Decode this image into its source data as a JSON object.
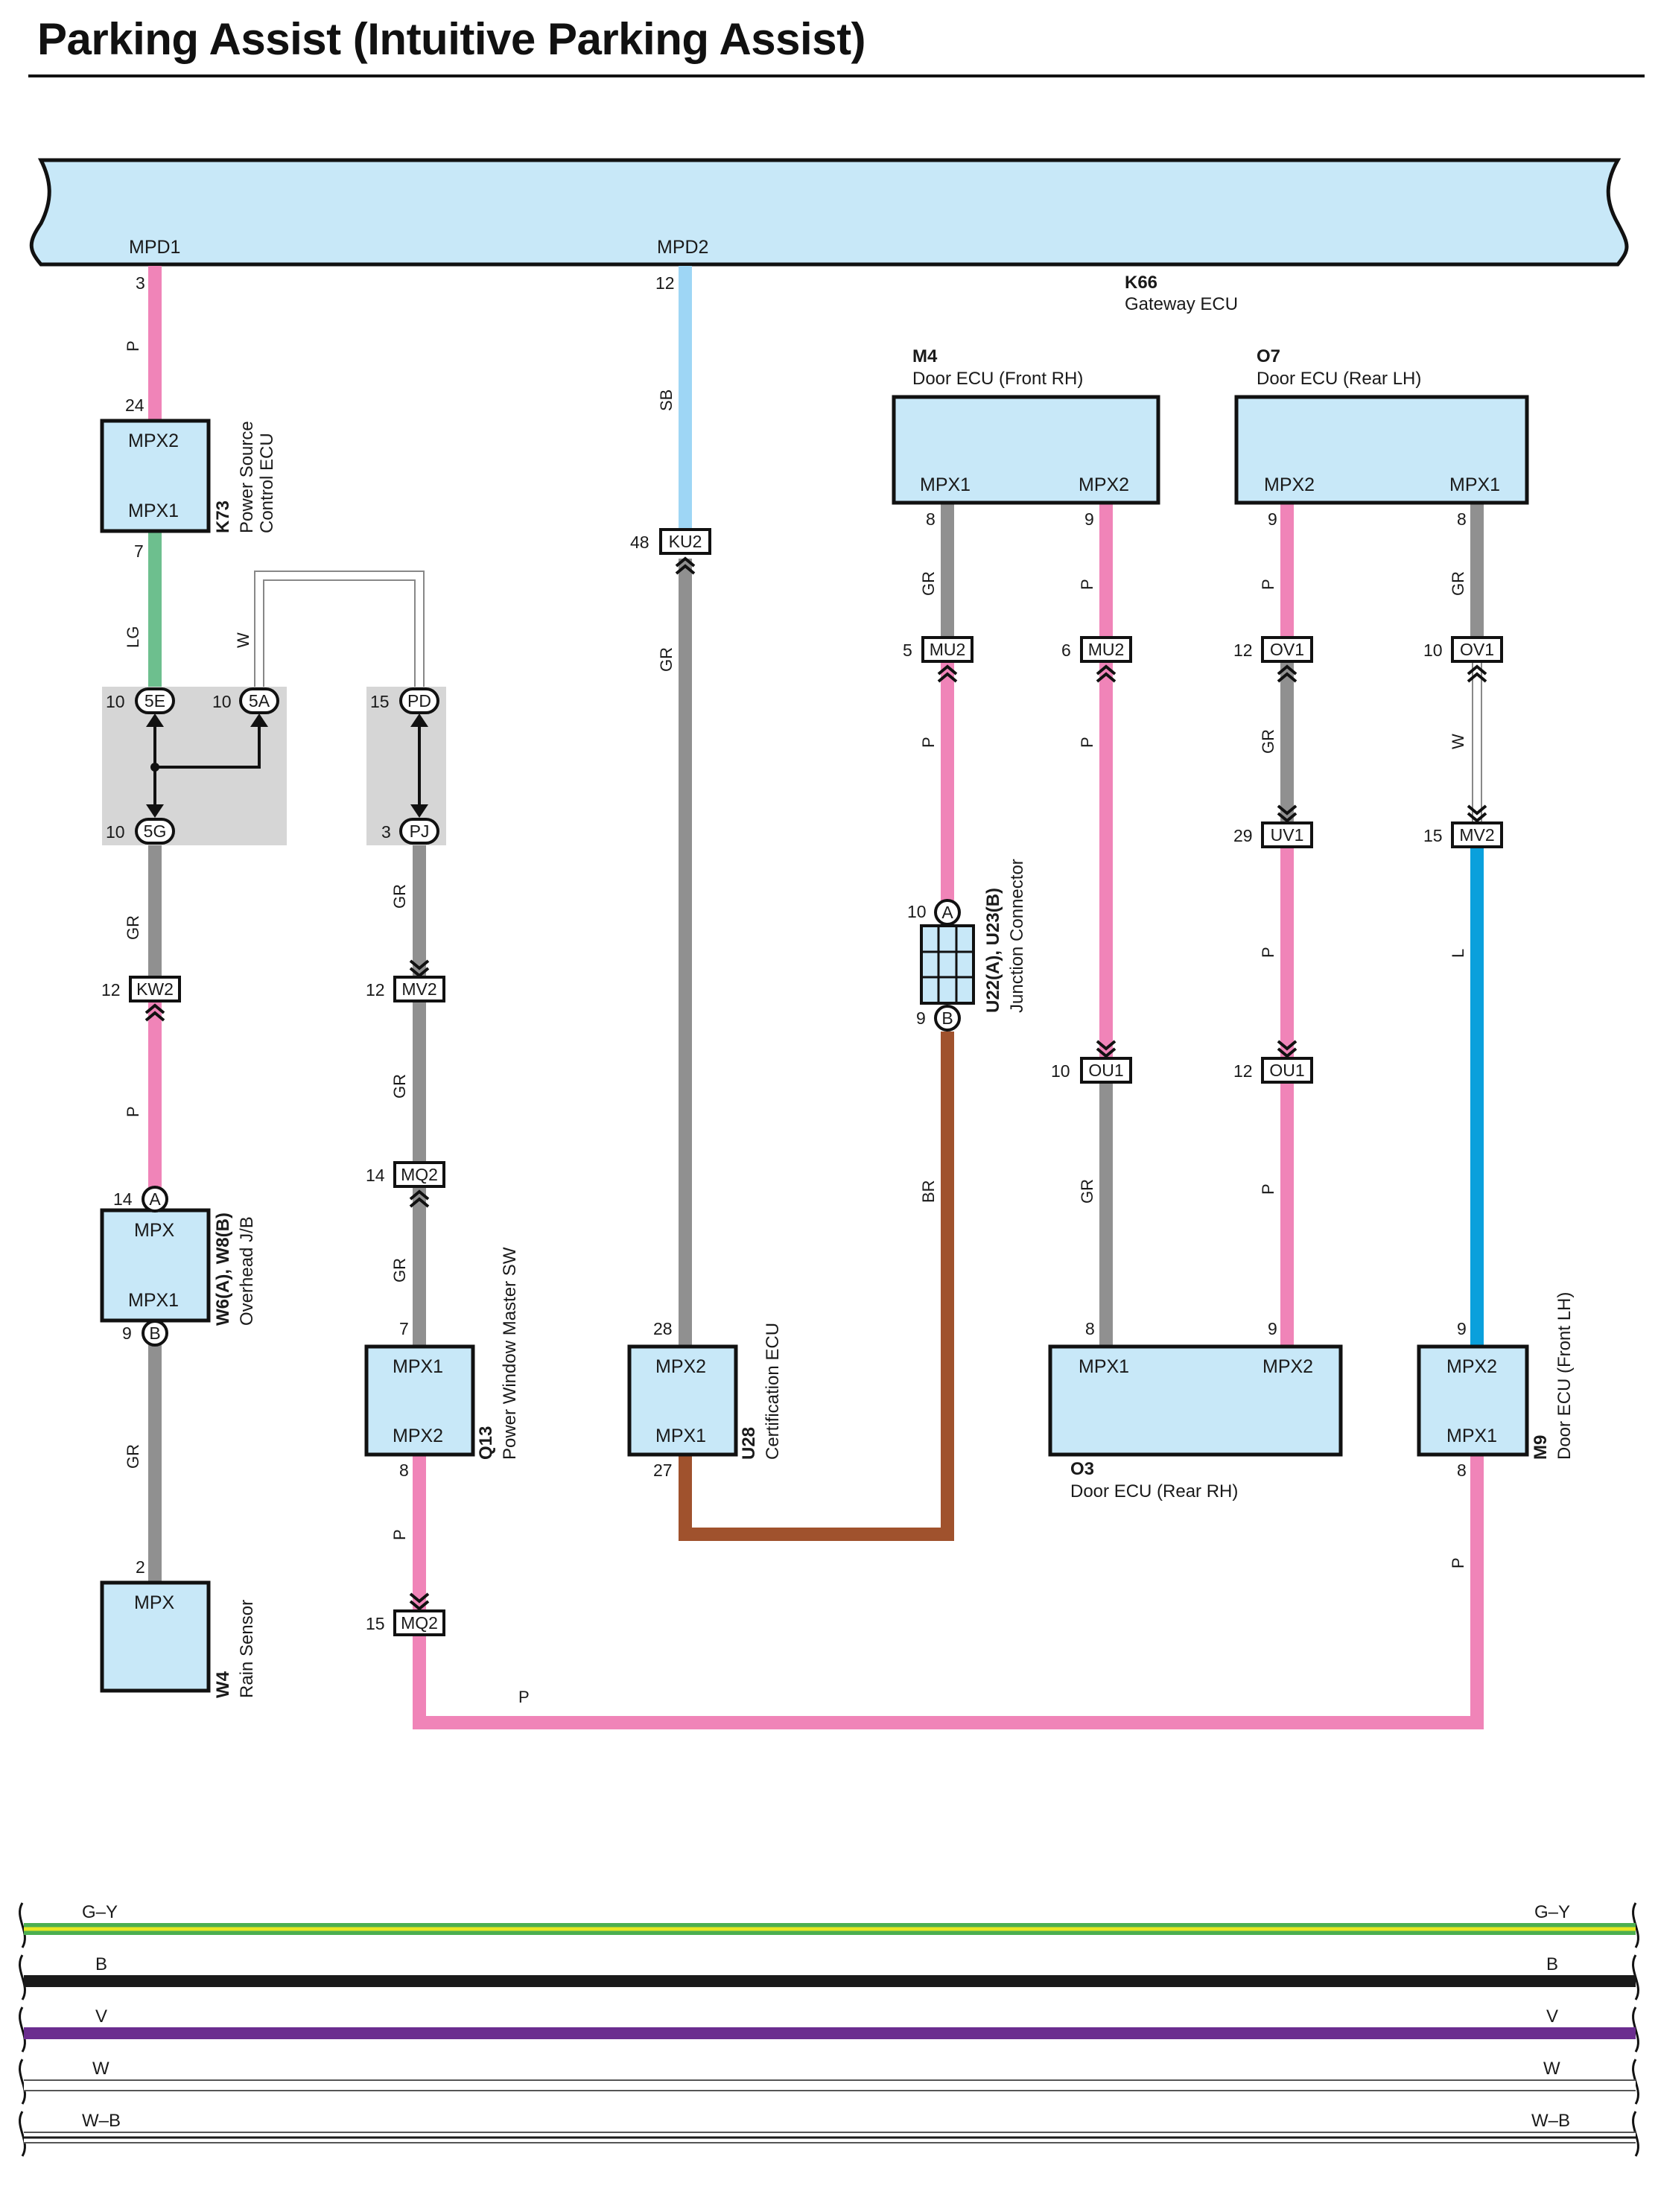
{
  "title": "Parking Assist (Intuitive Parking Assist)",
  "colors": {
    "P": "#f084b8",
    "GR": "#909090",
    "SB": "#9ed6f5",
    "LG": "#6dbf8e",
    "BR": "#a0522d",
    "L": "#0aa0dc",
    "W": "#ffffff",
    "box_fill": "#c8e8f8",
    "jb_fill": "#d6d6d6"
  },
  "components": {
    "gateway": {
      "code": "K66",
      "name": "Gateway ECU",
      "pin_left": "MPD1",
      "pin_right": "MPD2",
      "pin_left_no": "3",
      "pin_right_no": "12"
    },
    "k73": {
      "code": "K73",
      "name1": "Power Source",
      "name2": "Control ECU",
      "pin_top": "MPX2",
      "pin_bottom": "MPX1",
      "pin_top_no": "24",
      "pin_bottom_no": "7"
    },
    "w6": {
      "code": "W6(A), W8(B)",
      "name": "Overhead J/B",
      "pin_top": "MPX",
      "pin_bottom": "MPX1",
      "pin_top_no": "14",
      "pin_bottom_no": "9",
      "badge_top": "A",
      "badge_bottom": "B"
    },
    "w4": {
      "code": "W4",
      "name": "Rain Sensor",
      "pin": "MPX",
      "pin_no": "2"
    },
    "q13": {
      "code": "Q13",
      "name": "Power Window Master SW",
      "pin_top": "MPX1",
      "pin_bottom": "MPX2",
      "pin_top_no": "7",
      "pin_bottom_no": "8"
    },
    "u28": {
      "code": "U28",
      "name": "Certification ECU",
      "pin_top": "MPX2",
      "pin_bottom": "MPX1",
      "pin_top_no": "28",
      "pin_bottom_no": "27"
    },
    "m4": {
      "code": "M4",
      "name": "Door ECU (Front RH)",
      "pin_left": "MPX1",
      "pin_right": "MPX2",
      "pin_left_no": "8",
      "pin_right_no": "9"
    },
    "o7": {
      "code": "O7",
      "name": "Door ECU (Rear LH)",
      "pin_left": "MPX2",
      "pin_right": "MPX1",
      "pin_left_no": "9",
      "pin_right_no": "8"
    },
    "u22": {
      "code": "U22(A), U23(B)",
      "name": "Junction Connector",
      "pin_top_no": "10",
      "pin_bottom_no": "9",
      "badge_top": "A",
      "badge_bottom": "B"
    },
    "o3": {
      "code": "O3",
      "name": "Door ECU (Rear RH)",
      "pin_left": "MPX1",
      "pin_right": "MPX2",
      "pin_left_no": "8",
      "pin_right_no": "9"
    },
    "m9": {
      "code": "M9",
      "name": "Door ECU (Front LH)",
      "pin_top": "MPX2",
      "pin_bottom": "MPX1",
      "pin_top_no": "9",
      "pin_bottom_no": "8"
    }
  },
  "connectors": {
    "5e": {
      "label": "5E",
      "pin": "10"
    },
    "5a": {
      "label": "5A",
      "pin": "10"
    },
    "5g": {
      "label": "5G",
      "pin": "10"
    },
    "pd": {
      "label": "PD",
      "pin": "15"
    },
    "pj": {
      "label": "PJ",
      "pin": "3"
    },
    "kw2": {
      "label": "KW2",
      "pin": "12"
    },
    "mv2a": {
      "label": "MV2",
      "pin": "12"
    },
    "mq2a": {
      "label": "MQ2",
      "pin": "14"
    },
    "mq2b": {
      "label": "MQ2",
      "pin": "15"
    },
    "ku2": {
      "label": "KU2",
      "pin": "48"
    },
    "mu2a": {
      "label": "MU2",
      "pin": "5"
    },
    "mu2b": {
      "label": "MU2",
      "pin": "6"
    },
    "ov1a": {
      "label": "OV1",
      "pin": "12"
    },
    "ov1b": {
      "label": "OV1",
      "pin": "10"
    },
    "uv1": {
      "label": "UV1",
      "pin": "29"
    },
    "mv2b": {
      "label": "MV2",
      "pin": "15"
    },
    "ou1a": {
      "label": "OU1",
      "pin": "10"
    },
    "ou1b": {
      "label": "OU1",
      "pin": "12"
    }
  },
  "wire_labels": {
    "p": "P",
    "gr": "GR",
    "sb": "SB",
    "lg": "LG",
    "w": "W",
    "br": "BR",
    "l": "L"
  },
  "legend": [
    {
      "label": "G–Y",
      "color": "#4caf50",
      "stripe": "#e8e820"
    },
    {
      "label": "B",
      "color": "#1a1a1a"
    },
    {
      "label": "V",
      "color": "#6b2d8f"
    },
    {
      "label": "W",
      "color": "#ffffff"
    },
    {
      "label": "W–B",
      "color": "#ffffff",
      "stripe": "#1a1a1a"
    }
  ]
}
